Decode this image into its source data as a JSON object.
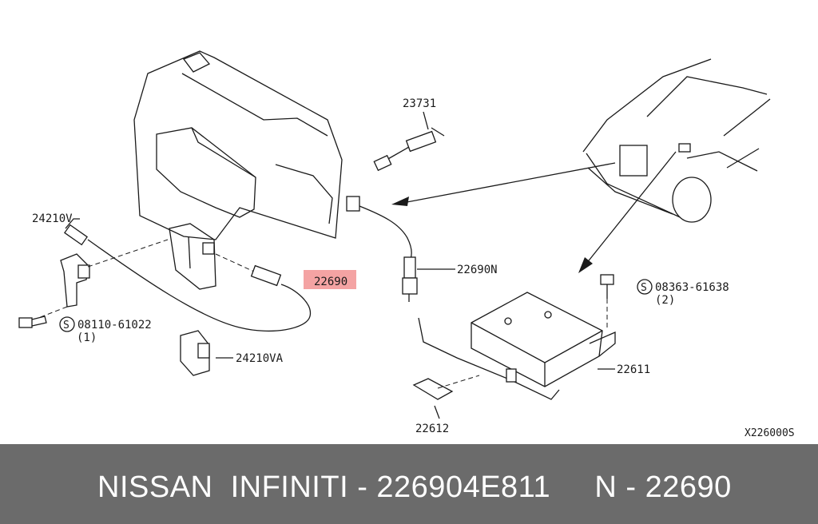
{
  "labels": {
    "p23731": "23731",
    "p24210v": "24210V",
    "p22690": "22690",
    "p22690n": "22690N",
    "p08110": "08110-61022",
    "p08110_qty": "(1)",
    "p24210va": "24210VA",
    "p08363": "08363-61638",
    "p08363_qty": "(2)",
    "p22611": "22611",
    "p22612": "22612",
    "diagram_code": "X226000S",
    "screw_symbol": "S"
  },
  "colors": {
    "highlight": "#f4a3a3",
    "banner": "#6b6b6b"
  },
  "banner": {
    "text": "NISSAN  INFINITI - 226904E811     N - 22690"
  }
}
